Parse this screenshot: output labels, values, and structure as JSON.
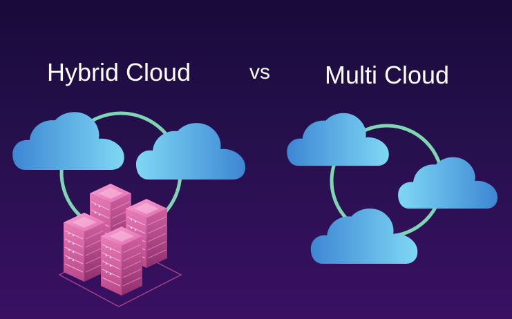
{
  "headline": {
    "left": "Hybrid Cloud",
    "separator": "vs",
    "right": "Multi Cloud"
  },
  "colors": {
    "background_top": "#180a3a",
    "background_bottom": "#3a1063",
    "connector_ring": "#7fd6b2",
    "cloud_light": "#7fd8f5",
    "cloud_dark": "#3d86d3",
    "server_top": "#f08ac4",
    "server_side": "#c75491",
    "text": "#ffffff"
  },
  "icons": {
    "hybrid": [
      "cloud-icon",
      "cloud-icon",
      "server-rack-icon"
    ],
    "multi": [
      "cloud-icon",
      "cloud-icon",
      "cloud-icon"
    ]
  }
}
